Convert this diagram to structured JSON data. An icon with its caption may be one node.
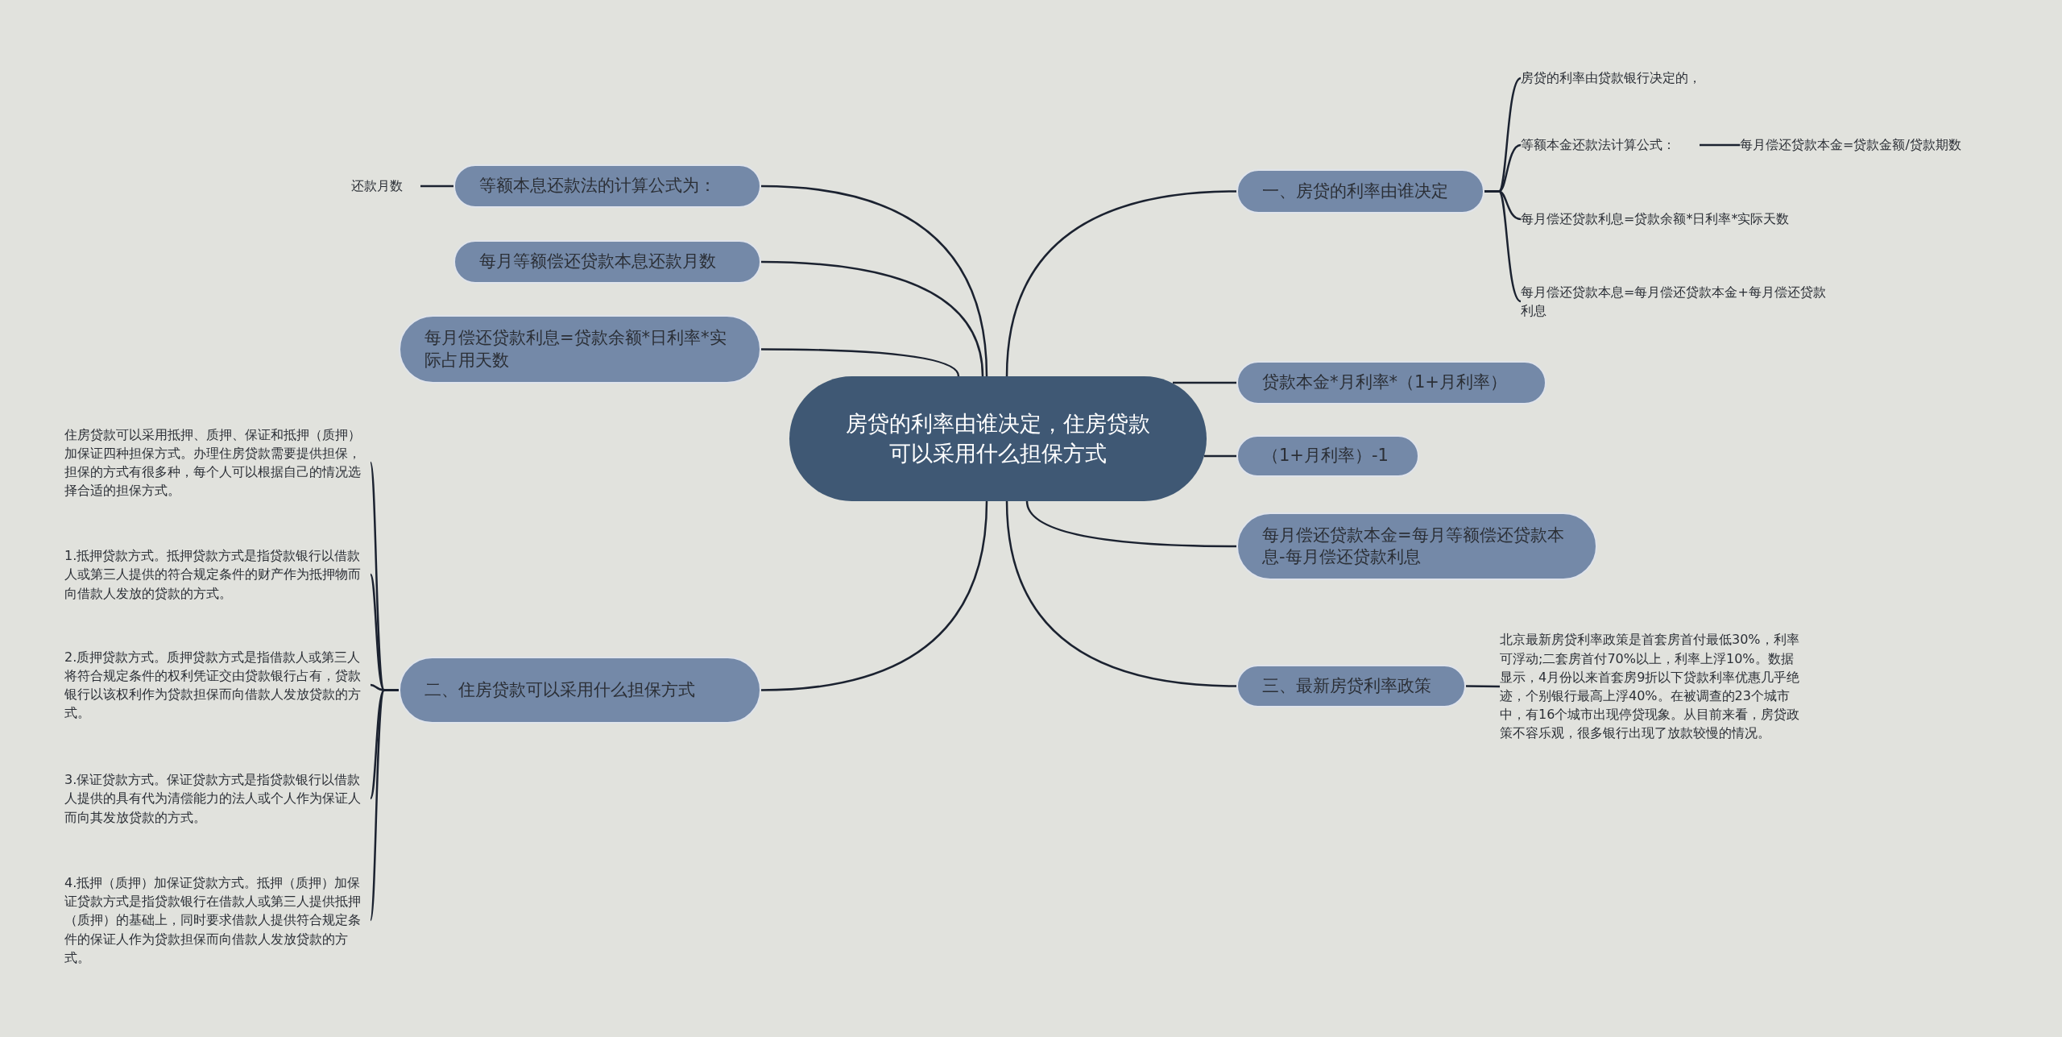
{
  "diagram": {
    "nodes": [
      {
        "text": [
          "房贷的利率由谁决定，住房贷款可以采用什么担保方式"
        ]
      },
      {
        "text": [
          "等额本息还款法的计算公式为："
        ]
      },
      {
        "text": [
          "还款月数"
        ]
      },
      {
        "text": [
          "每月等额偿还贷款本息还款月数"
        ]
      },
      {
        "text": [
          "每月偿还贷款利息=贷款余额*日利率*实际占用天数"
        ]
      },
      {
        "text": [
          "二、住房贷款可以采用什么担保方式"
        ]
      },
      {
        "text": [
          "住房贷款可以采用抵押、质押、保证和抵押（质押）加保证四种担保方式。办理住房贷款需要提供担保，担保的方式有很多种，每个人可以根据自己的情况选择合适的担保方式。"
        ]
      },
      {
        "text": [
          "1.抵押贷款方式。抵押贷款方式是指贷款银行以借款人或第三人提供的符合规定条件的财产作为抵押物而向借款人发放的贷款的方式。"
        ]
      },
      {
        "text": [
          "2.质押贷款方式。质押贷款方式是指借款人或第三人将符合规定条件的权利凭证交由贷款银行占有，贷款银行以该权利作为贷款担保而向借款人发放贷款的方式。"
        ]
      },
      {
        "text": [
          "3.保证贷款方式。保证贷款方式是指贷款银行以借款人提供的具有代为清偿能力的法人或个人作为保证人而向其发放贷款的方式。"
        ]
      },
      {
        "text": [
          "4.抵押（质押）加保证贷款方式。抵押（质押）加保证贷款方式是指贷款银行在借款人或第三人提供抵押（质押）的基础上，同时要求借款人提供符合规定条件的保证人作为贷款担保而向借款人发放贷款的方式。"
        ]
      },
      {
        "text": [
          "一、房贷的利率由谁决定"
        ]
      },
      {
        "text": [
          "房贷的利率由贷款银行决定的，"
        ]
      },
      {
        "text": [
          "等额本金还款法计算公式："
        ]
      },
      {
        "text": [
          "每月偿还贷款本金=贷款金额/贷款期数"
        ]
      },
      {
        "text": [
          "每月偿还贷款利息=贷款余额*日利率*实际天数"
        ]
      },
      {
        "text": [
          "每月偿还贷款本息=每月偿还贷款本金+每月偿还贷款利息"
        ]
      },
      {
        "text": [
          "贷款本金*月利率*（1+月利率）"
        ]
      },
      {
        "text": [
          "（1+月利率）-1"
        ]
      },
      {
        "text": [
          "每月偿还贷款本金=每月等额偿还贷款本息-每月偿还贷款利息"
        ]
      },
      {
        "text": [
          "三、最新房贷利率政策"
        ]
      },
      {
        "text": [
          "北京最新房贷利率政策是首套房首付最低30%，利率可浮动;二套房首付70%以上，利率上浮10%。数据显示，4月份以来首套房9折以下贷款利率优惠几乎绝迹，个别银行最高上浮40%。在被调查的23个城市中，有16个城市出现停贷现象。从目前来看，房贷政策不容乐观，很多银行出现了放款较慢的情况。"
        ]
      }
    ],
    "edges": [
      {
        "from": 0,
        "to": 1,
        "arrow": "none"
      },
      {
        "from": 1,
        "to": 2,
        "arrow": "none"
      },
      {
        "from": 0,
        "to": 3,
        "arrow": "none"
      },
      {
        "from": 0,
        "to": 4,
        "arrow": "none"
      },
      {
        "from": 0,
        "to": 5,
        "arrow": "none"
      },
      {
        "from": 5,
        "to": 6,
        "arrow": "none"
      },
      {
        "from": 5,
        "to": 7,
        "arrow": "none"
      },
      {
        "from": 5,
        "to": 8,
        "arrow": "none"
      },
      {
        "from": 5,
        "to": 9,
        "arrow": "none"
      },
      {
        "from": 5,
        "to": 10,
        "arrow": "none"
      },
      {
        "from": 0,
        "to": 11,
        "arrow": "none"
      },
      {
        "from": 11,
        "to": 12,
        "arrow": "none"
      },
      {
        "from": 11,
        "to": 13,
        "arrow": "none"
      },
      {
        "from": 13,
        "to": 14,
        "arrow": "none"
      },
      {
        "from": 11,
        "to": 15,
        "arrow": "none"
      },
      {
        "from": 11,
        "to": 16,
        "arrow": "none"
      },
      {
        "from": 0,
        "to": 17,
        "arrow": "none"
      },
      {
        "from": 0,
        "to": 18,
        "arrow": "none"
      },
      {
        "from": 0,
        "to": 19,
        "arrow": "none"
      },
      {
        "from": 0,
        "to": 20,
        "arrow": "none"
      },
      {
        "from": 20,
        "to": 21,
        "arrow": "none"
      }
    ]
  }
}
